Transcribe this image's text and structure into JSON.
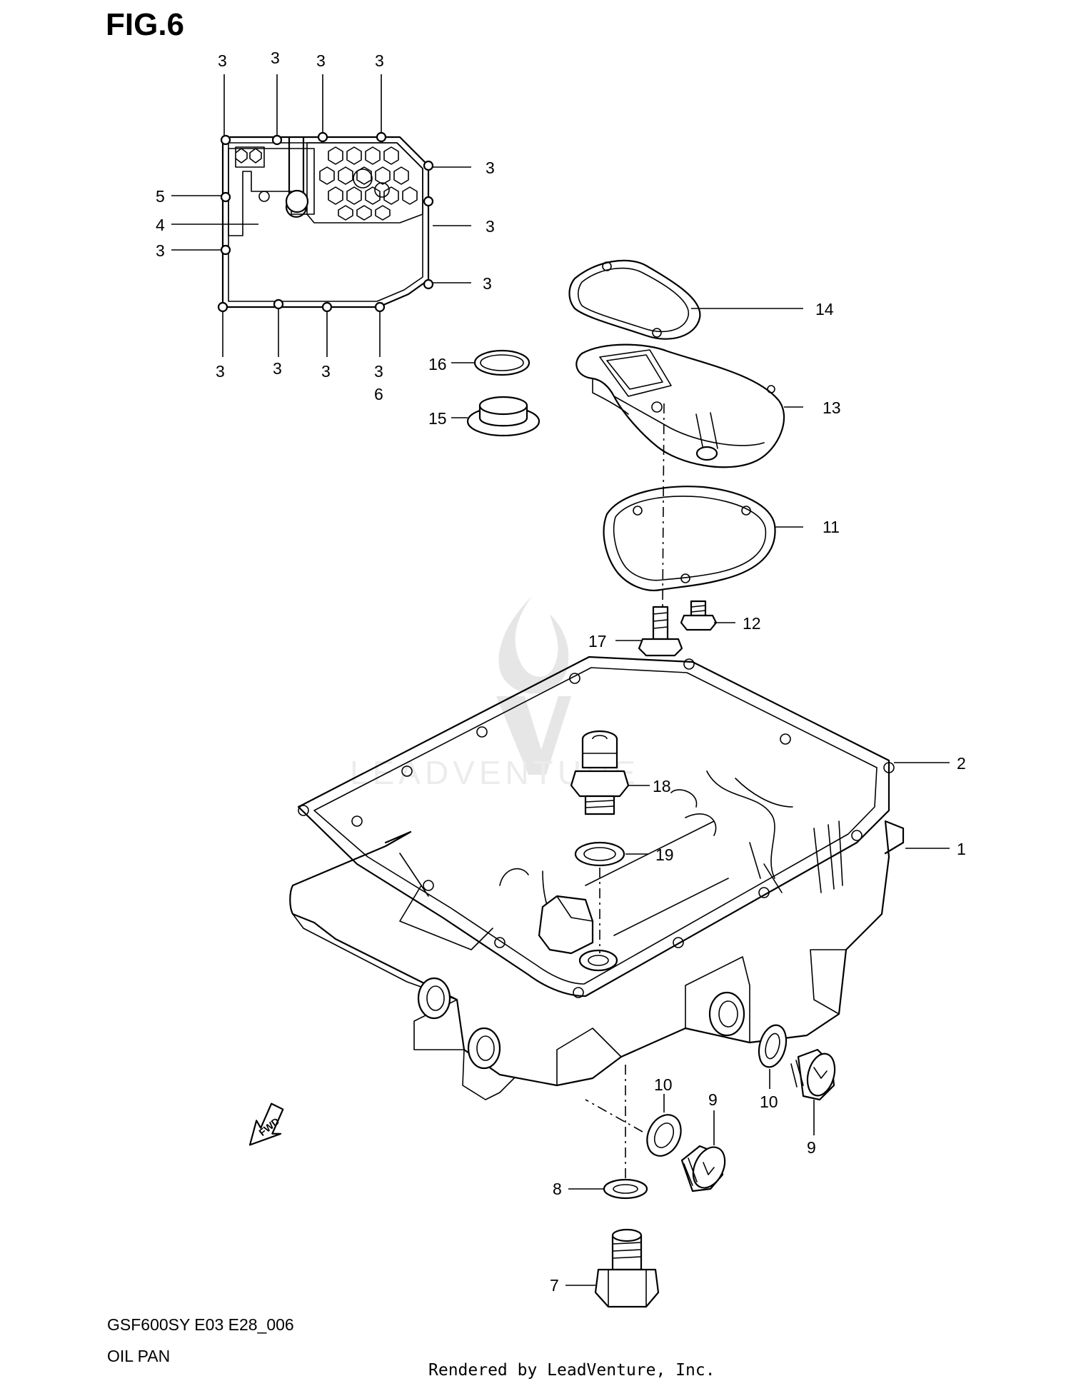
{
  "figure": {
    "title": "FIG.6",
    "model_code": "GSF600SY E03 E28_006",
    "name": "OIL PAN",
    "credit": "Rendered by LeadVenture, Inc.",
    "watermark": "LEADVENTURE"
  },
  "inset_callouts": [
    {
      "id": "c3a",
      "label": "3"
    },
    {
      "id": "c3b",
      "label": "3"
    },
    {
      "id": "c3c",
      "label": "3"
    },
    {
      "id": "c3d",
      "label": "3"
    },
    {
      "id": "c3e",
      "label": "3"
    },
    {
      "id": "c3f",
      "label": "3"
    },
    {
      "id": "c3g",
      "label": "3"
    },
    {
      "id": "c5",
      "label": "5"
    },
    {
      "id": "c4",
      "label": "4"
    },
    {
      "id": "c3h",
      "label": "3"
    },
    {
      "id": "c3i",
      "label": "3"
    },
    {
      "id": "c3j",
      "label": "3"
    },
    {
      "id": "c3k",
      "label": "3"
    },
    {
      "id": "c3l",
      "label": "3"
    },
    {
      "id": "c6",
      "label": "6"
    }
  ],
  "callouts": [
    {
      "id": "p14",
      "label": "14"
    },
    {
      "id": "p16",
      "label": "16"
    },
    {
      "id": "p13",
      "label": "13"
    },
    {
      "id": "p15",
      "label": "15"
    },
    {
      "id": "p11",
      "label": "11"
    },
    {
      "id": "p17",
      "label": "17"
    },
    {
      "id": "p12",
      "label": "12"
    },
    {
      "id": "p2",
      "label": "2"
    },
    {
      "id": "p18",
      "label": "18"
    },
    {
      "id": "p1",
      "label": "1"
    },
    {
      "id": "p19",
      "label": "19"
    },
    {
      "id": "p10a",
      "label": "10"
    },
    {
      "id": "p9a",
      "label": "9"
    },
    {
      "id": "p10b",
      "label": "10"
    },
    {
      "id": "p9b",
      "label": "9"
    },
    {
      "id": "p8",
      "label": "8"
    },
    {
      "id": "p7",
      "label": "7"
    }
  ],
  "fwd_label": "FWD"
}
